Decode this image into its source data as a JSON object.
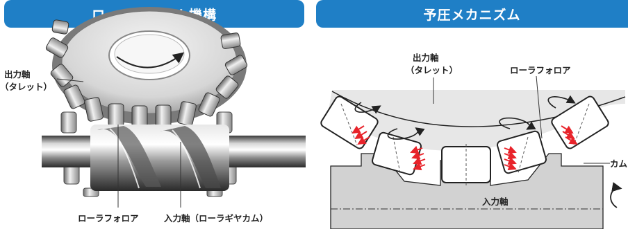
{
  "left_panel": {
    "title": "ローラギヤカム機構",
    "labels": {
      "output_shaft": "出力軸",
      "output_shaft_sub": "（タレット）",
      "roller_follower": "ローラフォロア",
      "input_shaft": "入力軸（ローラギヤカム）"
    }
  },
  "right_panel": {
    "title": "予圧メカニズム",
    "labels": {
      "output_shaft": "出力軸",
      "output_shaft_sub": "（タレット）",
      "roller_follower": "ローラフォロア",
      "cam": "カム",
      "input_shaft": "入力軸"
    }
  },
  "colors": {
    "header_bg": "#1f7fc6",
    "preload_arrow": "#e8232a"
  }
}
